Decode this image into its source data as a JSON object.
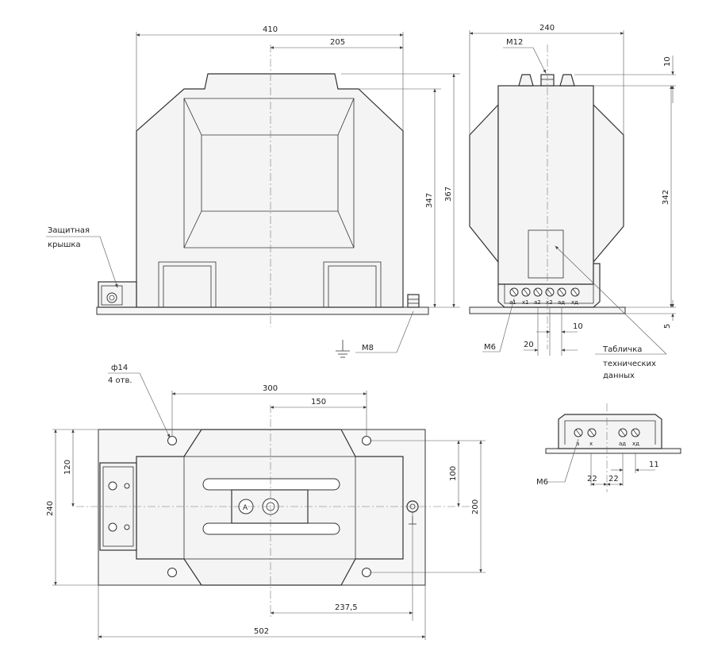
{
  "dims": {
    "top_410": "410",
    "top_205": "205",
    "h_347": "347",
    "h_367": "367",
    "side_240": "240",
    "m12": "M12",
    "side_10": "10",
    "side_342": "342",
    "side_5": "5",
    "side_10b": "10",
    "side_20": "20",
    "plan_300": "300",
    "plan_150": "150",
    "plan_120": "120",
    "plan_240": "240",
    "plan_100": "100",
    "plan_200": "200",
    "plan_2375": "237,5",
    "plan_502": "502",
    "det_11": "11",
    "det_22a": "22",
    "det_22b": "22"
  },
  "labels": {
    "cover_1": "Защитная",
    "cover_2": "крышка",
    "m8": "M8",
    "m6": "M6",
    "plate_1": "Табличка",
    "plate_2": "технических",
    "plate_3": "данных",
    "hole_d": "ф14",
    "hole_n": "4 отв.",
    "m6_detail": "M6"
  },
  "terminals_side": [
    "a1",
    "x1",
    "a2",
    "x2",
    "aд",
    "xд"
  ],
  "terminals_detail": [
    "a",
    "x",
    "aд",
    "xд"
  ],
  "plan_mark": "A"
}
